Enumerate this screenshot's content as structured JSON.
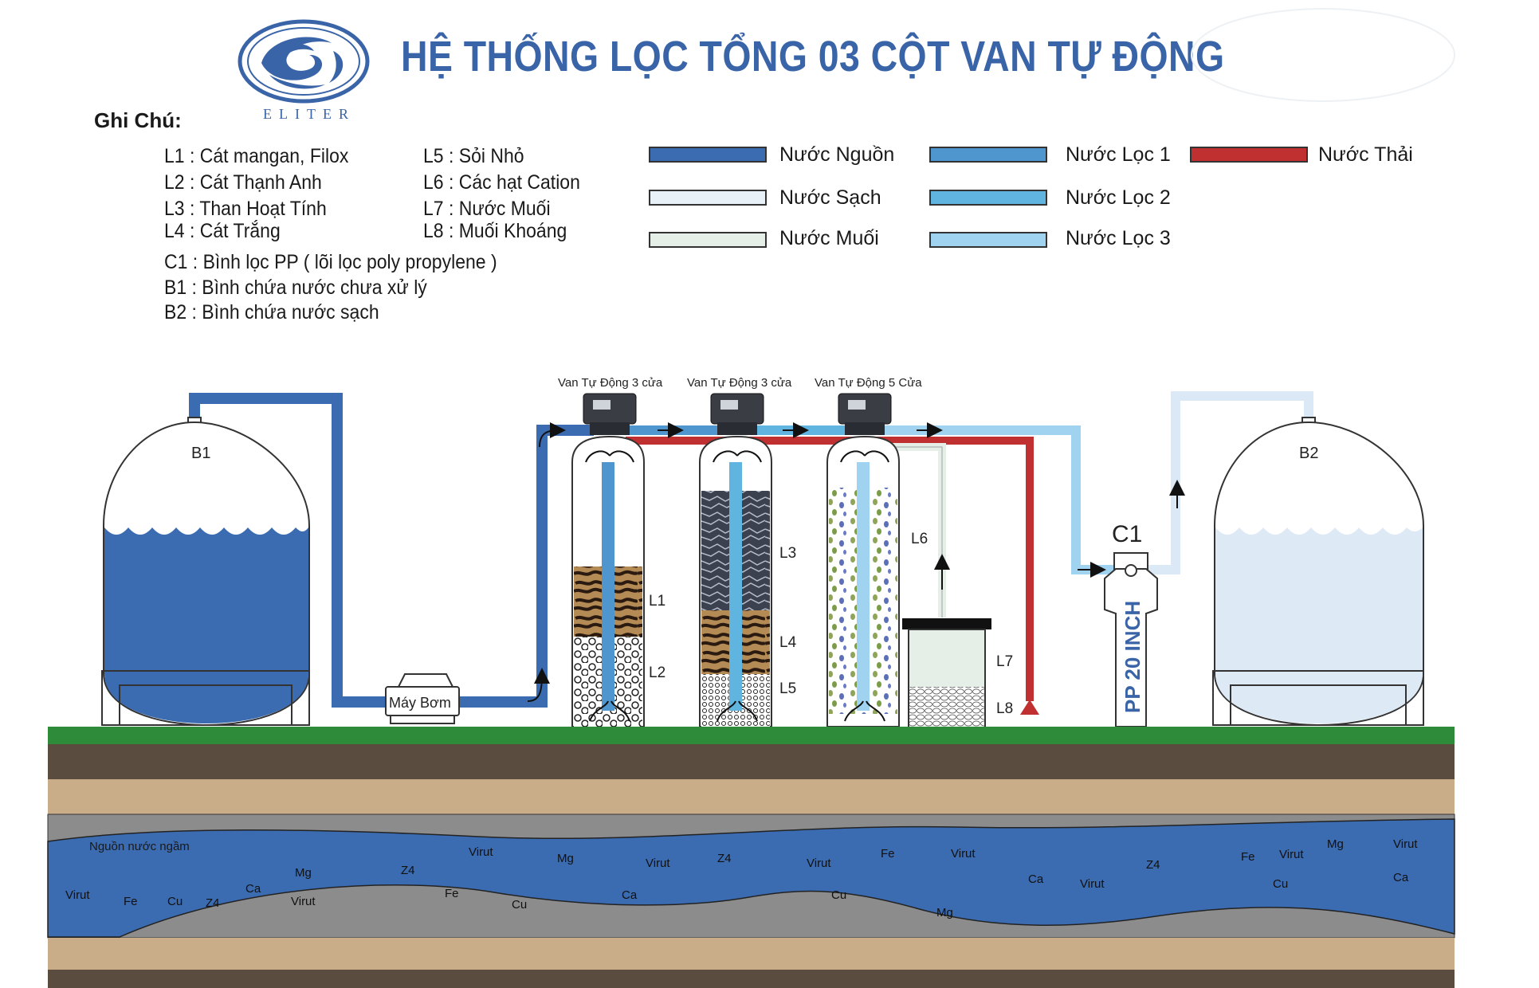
{
  "header": {
    "title": "HỆ THỐNG LỌC TỔNG 03 CỘT VAN TỰ ĐỘNG",
    "brand": "ELITER"
  },
  "notes": {
    "title": "Ghi Chú:",
    "left_col": [
      "L1 : Cát mangan, Filox",
      "L2 : Cát Thạnh Anh",
      "L3 : Than Hoạt Tính",
      "L4 : Cát Trắng"
    ],
    "right_col": [
      "L5 : Sỏi Nhỏ",
      "L6 : Các hạt Cation",
      "L7 : Nước Muối",
      "L8 : Muối Khoáng"
    ],
    "extra": [
      "C1 : Bình lọc PP ( lõi lọc poly propylene )",
      "B1 : Bình chứa nước chưa xử lý",
      "B2 : Bình chứa nước sạch"
    ]
  },
  "legend": [
    {
      "label": "Nước Nguồn",
      "color": "#3b6bb0"
    },
    {
      "label": "Nước Sạch",
      "color": "#e8f0f8"
    },
    {
      "label": "Nước Muối",
      "color": "#e5efe8"
    },
    {
      "label": "Nước Lọc 1",
      "color": "#4f96cf"
    },
    {
      "label": "Nước Lọc 2",
      "color": "#5fb5e0"
    },
    {
      "label": "Nước Lọc 3",
      "color": "#9fd3ef"
    },
    {
      "label": "Nước Thải",
      "color": "#c03030"
    }
  ],
  "diagram": {
    "valves": [
      "Van Tự Động 3 cửa",
      "Van Tự Động 3 cửa",
      "Van Tự Động 5 Cửa"
    ],
    "tank_b1": "B1",
    "tank_b2": "B2",
    "pump": "Máy Bơm",
    "filter_c1": "C1",
    "filter_c1_text": "PP 20 INCH",
    "layers": {
      "l1": "L1",
      "l2": "L2",
      "l3": "L3",
      "l4": "L4",
      "l5": "L5",
      "l6": "L6",
      "l7": "L7",
      "l8": "L8"
    }
  },
  "ground": {
    "source_label": "Nguồn nước ngầm",
    "minerals": [
      "Virut",
      "Fe",
      "Cu",
      "Z4",
      "Ca",
      "Mg",
      "Virut",
      "Z4",
      "Virut",
      "Fe",
      "Mg",
      "Cu",
      "Virut",
      "Ca",
      "Z4",
      "Virut",
      "Cu",
      "Fe",
      "Virut",
      "Ca",
      "Mg",
      "Virut",
      "Z4",
      "Fe",
      "Virut",
      "Cu",
      "Mg",
      "Virut",
      "Ca"
    ]
  }
}
